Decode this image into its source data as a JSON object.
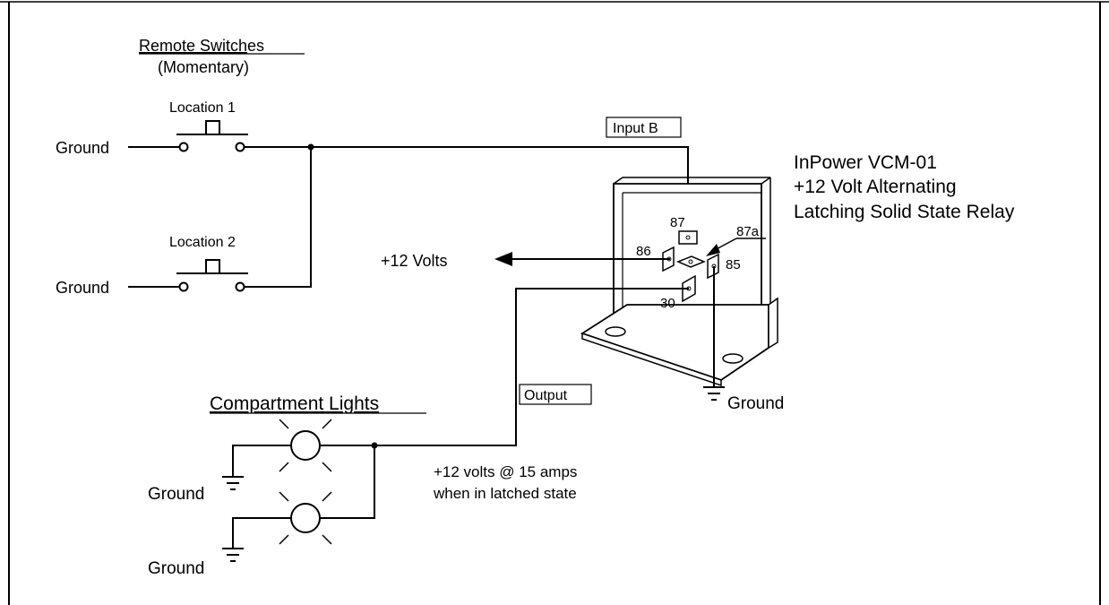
{
  "title": {
    "underlined": "Remote Switch",
    "rest": "es",
    "subtitle": "(Momentary)"
  },
  "switches": [
    {
      "label": "Location 1",
      "ground": "Ground"
    },
    {
      "label": "Location 2",
      "ground": "Ground"
    }
  ],
  "input_label": "Input B",
  "relay": {
    "name": "InPower VCM-01",
    "line2": "+12 Volt Alternating",
    "line3": "Latching Solid State Relay",
    "pins": {
      "p87": "87",
      "p86": "86",
      "p87a": "87a",
      "p85": "85",
      "p30": "30"
    },
    "ground": "Ground"
  },
  "supply_label": "+12 Volts",
  "output_label": "Output",
  "lights": {
    "title": "Compartment Lights",
    "grounds": [
      "Ground",
      "Ground"
    ]
  },
  "output_note": {
    "line1": "+12 volts @ 15 amps",
    "line2": "when in latched state"
  },
  "colors": {
    "ink": "#000000",
    "background": "#ffffff"
  }
}
